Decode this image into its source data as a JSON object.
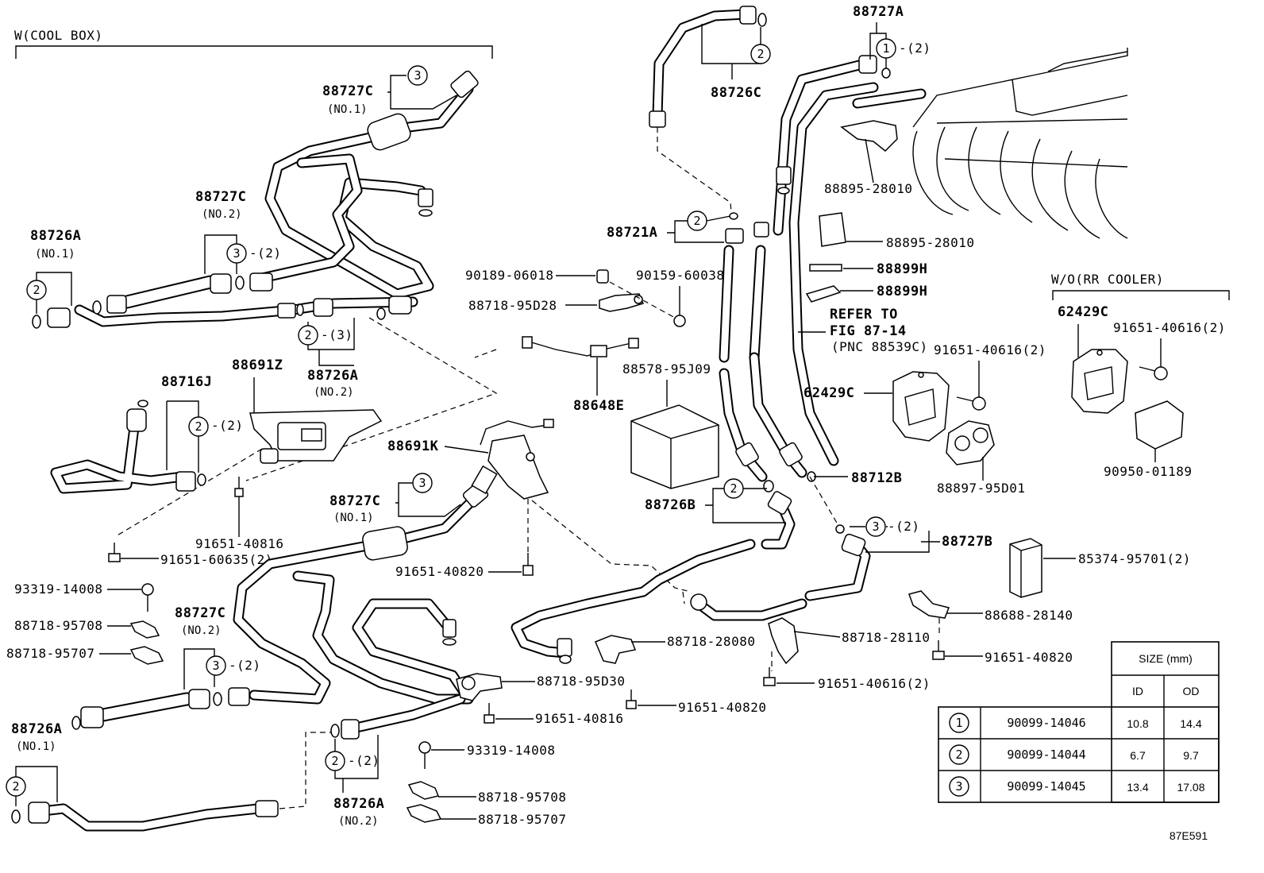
{
  "header": {
    "section_label": "W(COOL BOX)",
    "wo_rr_cooler": "W/O(RR COOLER)",
    "figure_code": "87E591"
  },
  "refer": {
    "line1": "REFER TO",
    "line2": "FIG 87-14",
    "line3": "(PNC 88539C)"
  },
  "callouts": {
    "c88727C_no1_top": "88727C",
    "no1_a": "(NO.1)",
    "c88727C_no2_top": "88727C",
    "no2_a": "(NO.2)",
    "c88726A_no1_top": "88726A",
    "no1_b": "(NO.1)",
    "c88726A_no2_top": "88726A",
    "no2_b": "(NO.2)",
    "c88716J": "88716J",
    "c88691Z": "88691Z",
    "c91651_40816_a": "91651-40816",
    "c91651_60635": "91651-60635(2)",
    "c93319_14008_a": "93319-14008",
    "c88718_95708_a": "88718-95708",
    "c88718_95707_a": "88718-95707",
    "c88727C_no2_bot": "88727C",
    "no2_c": "(NO.2)",
    "c88726A_no1_bot": "88726A",
    "no1_c": "(NO.1)",
    "c88727C_no1_bot": "88727C",
    "no1_d": "(NO.1)",
    "c88691K": "88691K",
    "c88648E": "88648E",
    "c91651_40820_a": "91651-40820",
    "c88718_95D30": "88718-95D30",
    "c91651_40816_b": "91651-40816",
    "c93319_14008_b": "93319-14008",
    "c88718_95708_b": "88718-95708",
    "c88718_95707_b": "88718-95707",
    "c88726A_no2_bot": "88726A",
    "no2_d": "(NO.2)",
    "c88718_28080": "88718-28080",
    "c91651_40820_b": "91651-40820",
    "c88718_28110": "88718-28110",
    "c91651_40616_a": "91651-40616(2)",
    "c88688_28140": "88688-28140",
    "c91651_40820_c": "91651-40820",
    "c85374_95701": "85374-95701(2)",
    "c88727B": "88727B",
    "c88726B": "88726B",
    "c88712B": "88712B",
    "c88578_95J09": "88578-95J09",
    "c90189_06018": "90189-06018",
    "c90159_60038": "90159-60038",
    "c88718_95D28": "88718-95D28",
    "c88721A": "88721A",
    "c88726C": "88726C",
    "c88727A": "88727A",
    "c88895_28010_a": "88895-28010",
    "c88895_28010_b": "88895-28010",
    "c88899H_a": "88899H",
    "c88899H_b": "88899H",
    "c91651_40616_b": "91651-40616(2)",
    "c62429C_a": "62429C",
    "c88897_95D01": "88897-95D01",
    "c62429C_b": "62429C",
    "c91651_40616_c": "91651-40616(2)",
    "c90950_01189": "90950-01189"
  },
  "qty": {
    "q2": "-(2)",
    "q3": "-(3)"
  },
  "markers": {
    "m1": "1",
    "m2": "2",
    "m3": "3"
  },
  "size_table": {
    "header": "SIZE (mm)",
    "col_id": "ID",
    "col_od": "OD",
    "rows": [
      {
        "marker": "1",
        "part": "90099-14046",
        "id": "10.8",
        "od": "14.4"
      },
      {
        "marker": "2",
        "part": "90099-14044",
        "id": "6.7",
        "od": "9.7"
      },
      {
        "marker": "3",
        "part": "90099-14045",
        "id": "13.4",
        "od": "17.08"
      }
    ]
  }
}
